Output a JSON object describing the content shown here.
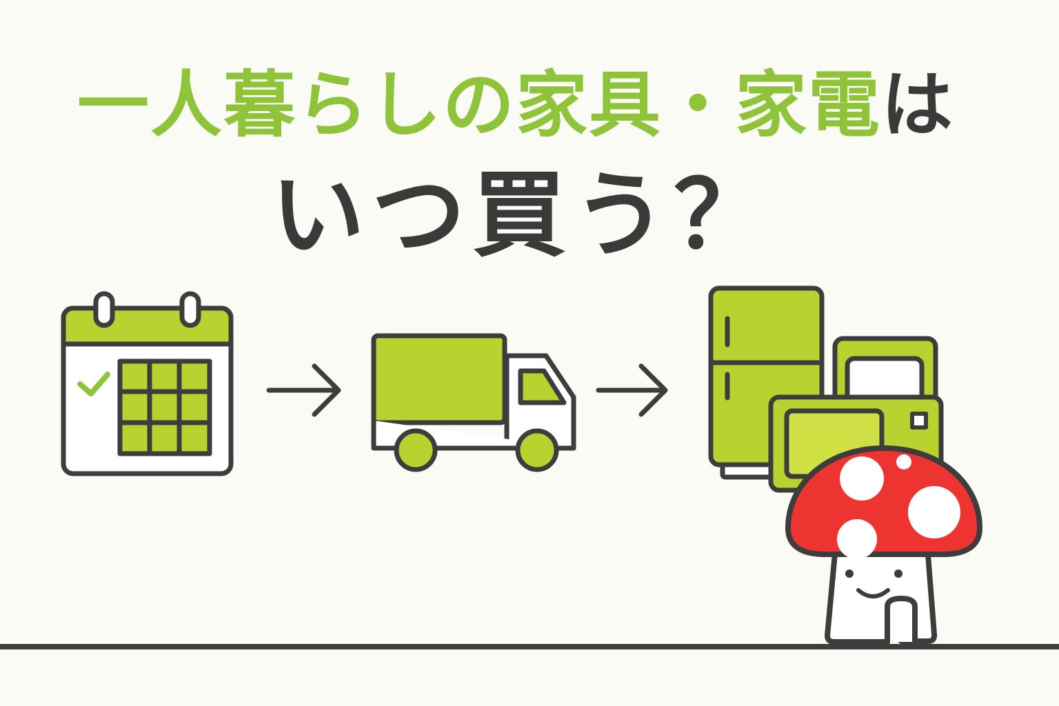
{
  "title": {
    "line1_part1": "一人暮らしの家具・家電",
    "line1_part2": "は",
    "line2": "いつ買う？"
  },
  "flow": {
    "steps": [
      {
        "icon": "calendar-icon"
      },
      {
        "icon": "arrow-right-icon"
      },
      {
        "icon": "delivery-truck-icon"
      },
      {
        "icon": "arrow-right-icon"
      },
      {
        "icon": "appliances-icon"
      }
    ]
  },
  "mascot": {
    "icon": "mushroom-mascot-icon"
  },
  "colors": {
    "background": "#fbfbf6",
    "accent": "#8fc33a",
    "icon_fill": "#b9d22f",
    "icon_fill_light": "#cfe045",
    "outline": "#3d3d3d",
    "text_dark": "#3a3a3a",
    "mushroom_red": "#ee3431",
    "white": "#ffffff"
  }
}
